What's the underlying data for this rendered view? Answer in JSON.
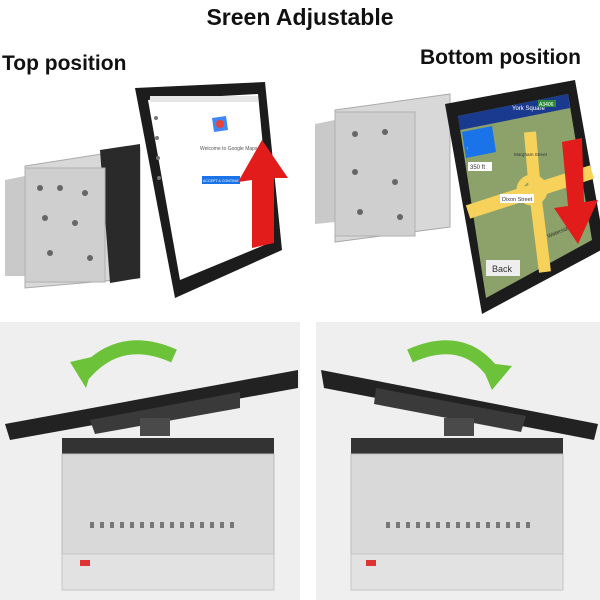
{
  "title": "Sreen Adjustable",
  "labels": {
    "top": "Top position",
    "bottom": "Bottom position"
  },
  "top_screen": {
    "welcome": "Welcome to Google Maps",
    "button": "ACCEPT & CONTINUE"
  },
  "map_screen": {
    "street_header": "York Square",
    "street_badge": "A3406",
    "street_two": "Margham Street",
    "distance": "350 ft",
    "road_a": "Dixon Street",
    "road_b": "Waterside Gardens",
    "back_button": "Back"
  },
  "colors": {
    "red_arrow": "#e21b1b",
    "green_arrow": "#6cc33a",
    "bezel": "#1c1c1c",
    "chassis": "#d9d9d9"
  },
  "icons": [
    "up-arrow-icon",
    "down-arrow-icon",
    "rotate-back-icon",
    "rotate-forward-icon",
    "maps-pin-icon"
  ]
}
